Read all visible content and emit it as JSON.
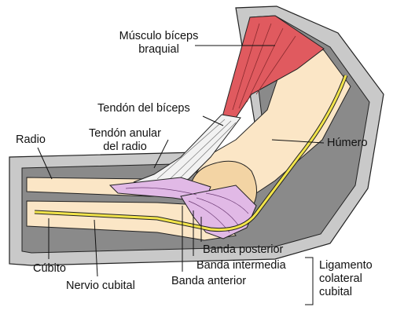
{
  "diagram": {
    "labels": {
      "biceps_muscle": [
        "Músculo bíceps",
        "braquial"
      ],
      "biceps_tendon": "Tendón del bíceps",
      "annular_ligament": [
        "Tendón anular",
        "del radio"
      ],
      "radius": "Radio",
      "humerus": "Húmero",
      "ulna": "Cúbito",
      "ulnar_nerve": "Nervio cubital",
      "posterior_band": "Banda posterior",
      "intermediate_band": "Banda intermedia",
      "anterior_band": "Banda anterior",
      "collateral_ligament": [
        "Ligamento",
        "colateral",
        "cubital"
      ]
    },
    "colors": {
      "background": "#ffffff",
      "skin_outer": "#c9c9c9",
      "skin_inner": "#8a8a8a",
      "bone": "#fbe6c6",
      "bone_shade": "#f3d4a4",
      "muscle": "#e05a5f",
      "tendon": "#f2f2f2",
      "ligament": "#e1b9e6",
      "nerve": "#f2e44a",
      "outline": "#222222"
    }
  }
}
